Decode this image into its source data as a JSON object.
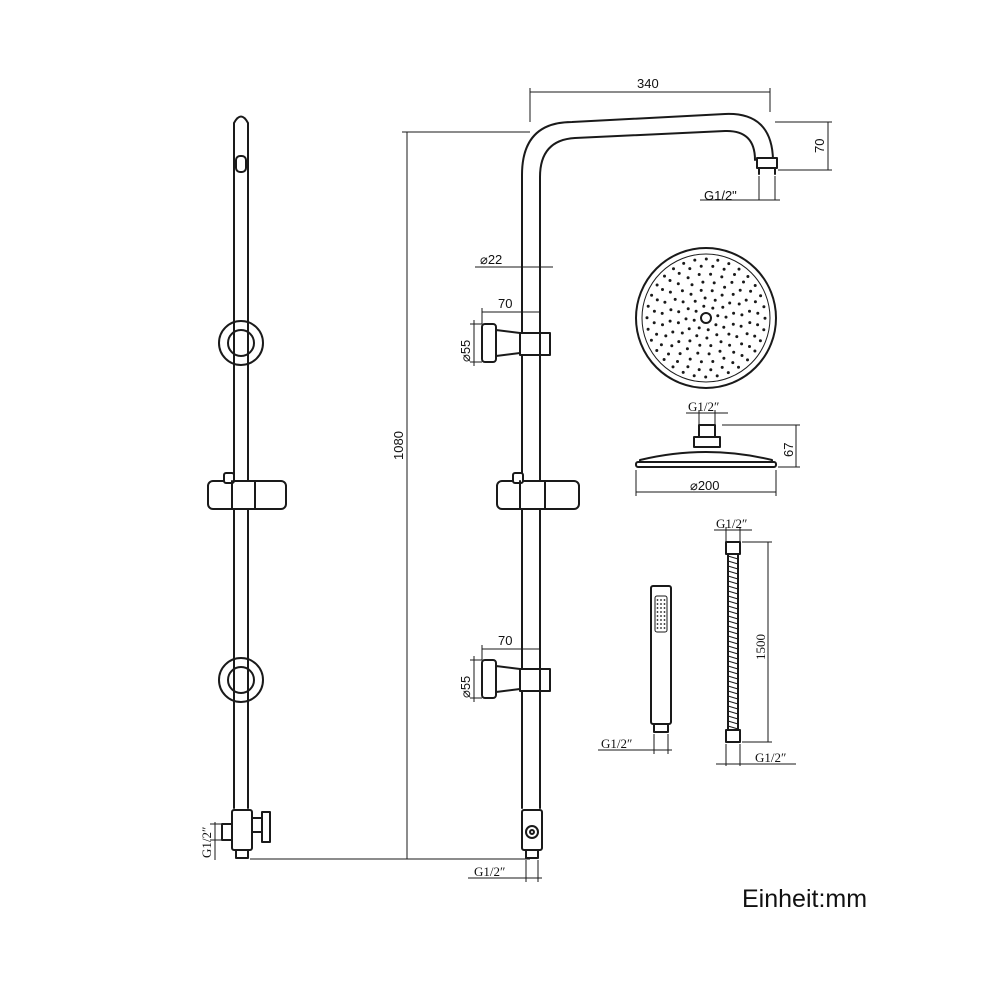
{
  "dimensions": {
    "arm_length": "340",
    "arm_drop": "70",
    "arm_outlet_thread": "G1/2\"",
    "pipe_diameter": "⌀22",
    "bracket_upper_projection": "70",
    "bracket_upper_diameter": "⌀55",
    "bracket_lower_projection": "70",
    "bracket_lower_diameter": "⌀55",
    "total_height": "1080",
    "side_inlet_thread": "G1/2″",
    "bottom_inlet_thread": "G1/2″",
    "head_thread": "G1/2″",
    "head_height": "67",
    "head_diameter": "⌀200",
    "hose_thread_top": "G1/2″",
    "hose_length": "1500",
    "hose_thread_bottom": "G1/2″",
    "hand_shower_thread": "G1/2″"
  },
  "unit_label": "Einheit:mm"
}
